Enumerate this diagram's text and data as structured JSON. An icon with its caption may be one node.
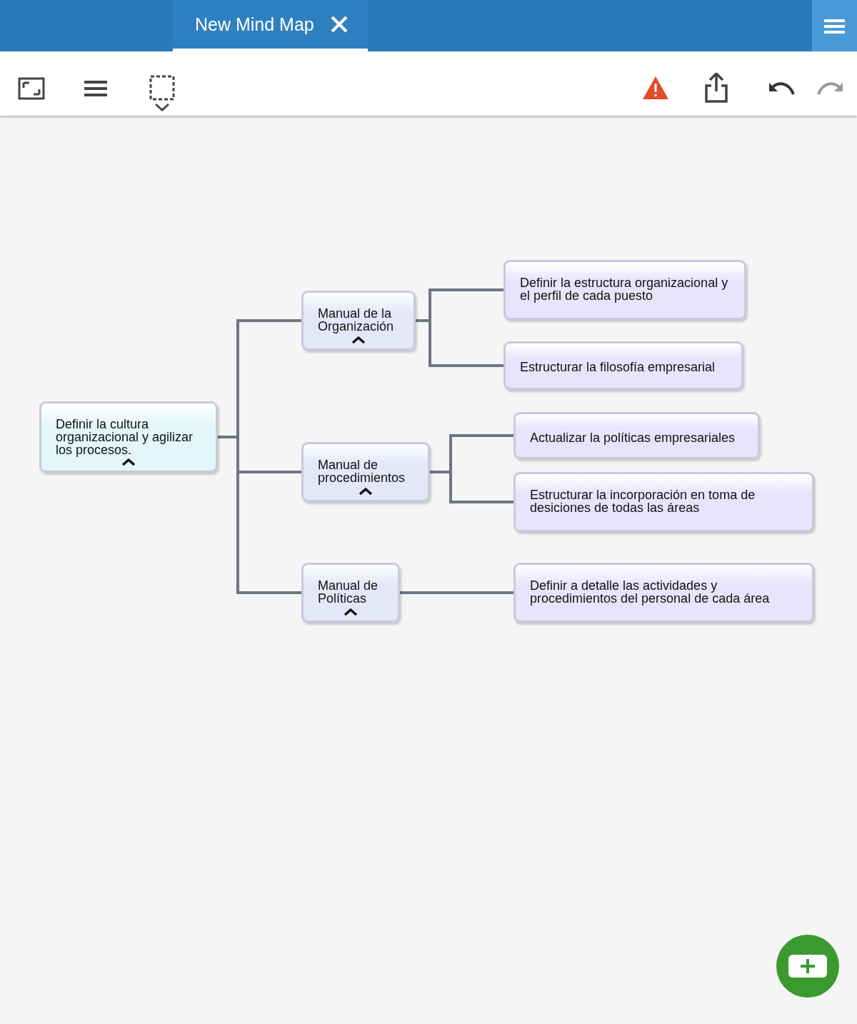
{
  "diagram": {
    "nodes": [
      {
        "text": [
          "Definir la cultura organizacional y agilizar los procesos."
        ]
      },
      {
        "text": [
          "Manual de la Organización"
        ]
      },
      {
        "text": [
          "Definir la estructura organizacional y el perfil de cada puesto"
        ]
      },
      {
        "text": [
          "Estructurar la filosofía empresarial"
        ]
      },
      {
        "text": [
          "Manual de procedimientos"
        ]
      },
      {
        "text": [
          "Actualizar la políticas empresariales"
        ]
      },
      {
        "text": [
          "Estructurar la incorporación en toma de desiciones de todas las áreas"
        ]
      },
      {
        "text": [
          "Manual de Políticas"
        ]
      },
      {
        "text": [
          "Definir a detalle las actividades y procedimientos del personal de cada área"
        ]
      }
    ],
    "edges": [
      {
        "from": 0,
        "to": 1,
        "arrow": "none"
      },
      {
        "from": 0,
        "to": 4,
        "arrow": "none"
      },
      {
        "from": 0,
        "to": 7,
        "arrow": "none"
      },
      {
        "from": 1,
        "to": 2,
        "arrow": "none"
      },
      {
        "from": 1,
        "to": 3,
        "arrow": "none"
      },
      {
        "from": 4,
        "to": 5,
        "arrow": "none"
      },
      {
        "from": 4,
        "to": 6,
        "arrow": "none"
      },
      {
        "from": 7,
        "to": 8,
        "arrow": "none"
      }
    ],
    "labels": [
      "New Mind Map"
    ]
  }
}
